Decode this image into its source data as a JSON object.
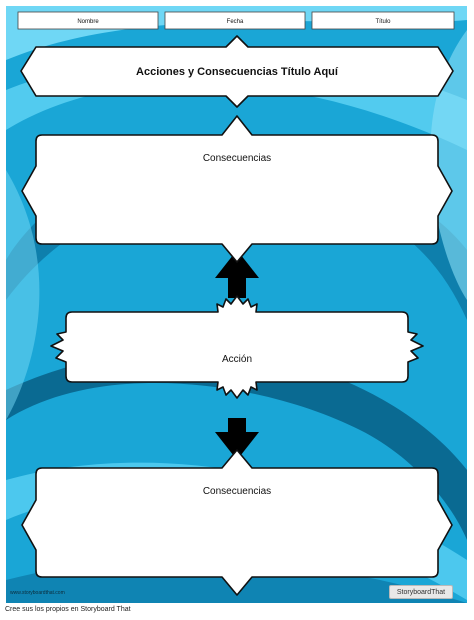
{
  "header_fields": [
    "Nombre",
    "Fecha",
    "Título"
  ],
  "title": "Acciones y Consecuencias Título Aquí",
  "boxes": {
    "top": "Consecuencias",
    "middle": "Acción",
    "bottom": "Consecuencias"
  },
  "watermark_url": "www.storyboardthat.com",
  "brand": "StoryboardThat",
  "footer": "Cree sus los propios en Storyboard That",
  "colors": {
    "background_light": "#3fc3ec",
    "background_dark": "#0b6f97",
    "arrow": "#000000",
    "box": "#ffffff"
  }
}
